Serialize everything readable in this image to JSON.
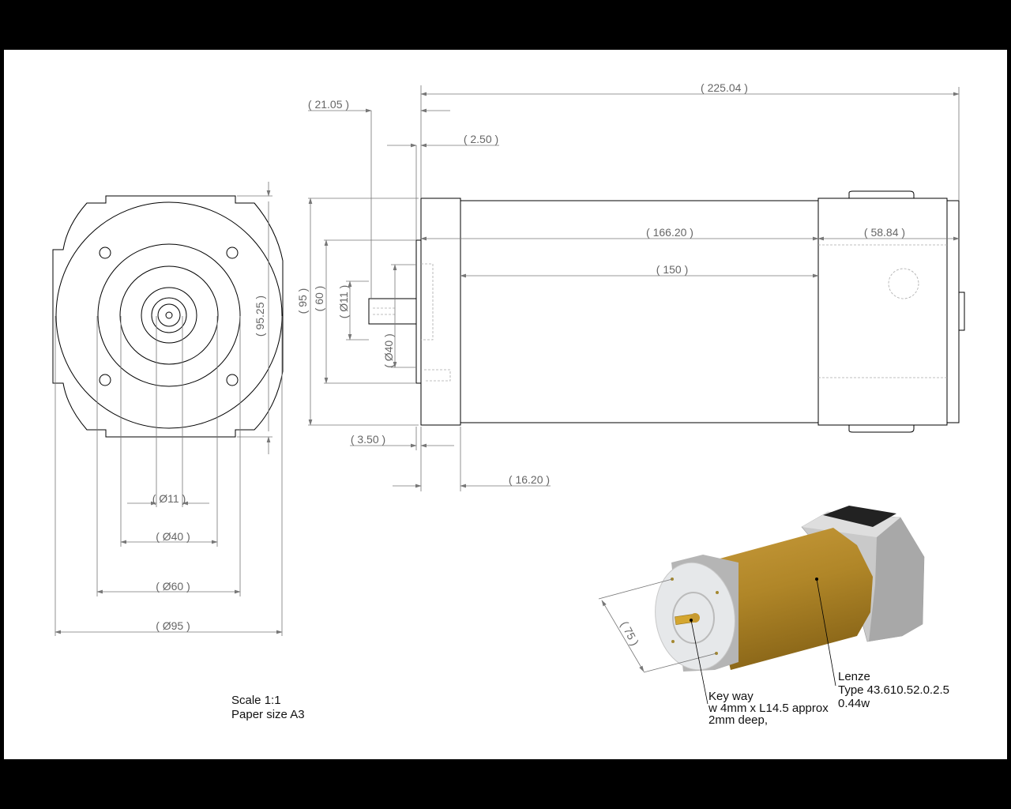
{
  "drawing": {
    "side_view_dims": {
      "overall_length": "( 225.04 )",
      "shaft_length": "( 21.05 )",
      "pilot_depth": "( 2.50 )",
      "body_to_rear": "( 166.20 )",
      "rear_length": "( 58.84 )",
      "can_length": "( 150 )",
      "flange_height": "( 95 )",
      "pilot_height": "( 60 )",
      "shaft_dia": "( Ø11 )",
      "pilot_dia": "( Ø40 )",
      "pilot_offset": "( 3.50 )",
      "flange_thickness": "( 16.20 )"
    },
    "front_view_dims": {
      "width": "( 95.25 )",
      "shaft_dia": "( Ø11 )",
      "pilot_dia": "( Ø40 )",
      "bolt_circle": "( Ø60 )",
      "flange_dia": "( Ø95 )"
    },
    "iso_view": {
      "hole_spacing": "( 75 )",
      "keyway_note": [
        "Key way",
        "w 4mm x L14.5 approx",
        "2mm deep,"
      ],
      "motor_note": [
        "Lenze",
        "Type 43.610.52.0.2.5",
        "0.44w"
      ]
    },
    "title_block": {
      "scale": "Scale 1:1",
      "paper": "Paper size A3"
    }
  },
  "colors": {
    "body_gold": "#b8902c",
    "housing_gray": "#c8c8c8",
    "dim_gray": "#777777"
  }
}
